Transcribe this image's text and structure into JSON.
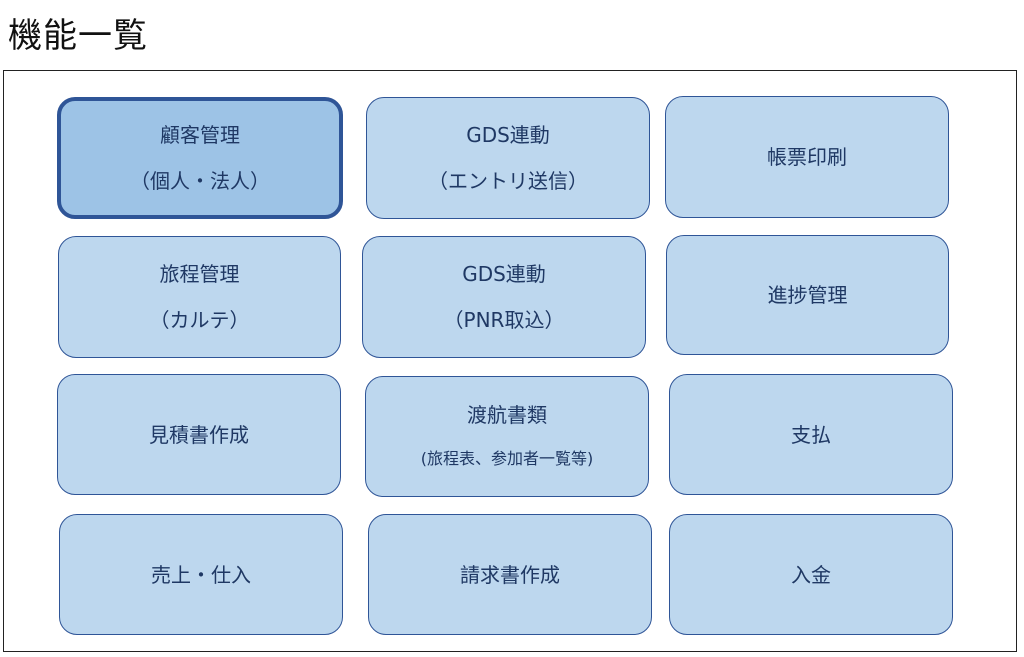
{
  "page": {
    "title": "機能一覧"
  },
  "tiles": [
    {
      "line1": "顧客管理",
      "line2": "（個人・法人）"
    },
    {
      "line1": "GDS連動",
      "line2": "（エントリ送信）"
    },
    {
      "line1": "帳票印刷",
      "line2": ""
    },
    {
      "line1": "旅程管理",
      "line2": "（カルテ）"
    },
    {
      "line1": "GDS連動",
      "line2": "（PNR取込）"
    },
    {
      "line1": "進捗管理",
      "line2": ""
    },
    {
      "line1": "見積書作成",
      "line2": ""
    },
    {
      "line1": "渡航書類",
      "line2": "(旅程表、参加者一覧等)"
    },
    {
      "line1": "支払",
      "line2": ""
    },
    {
      "line1": "売上・仕入",
      "line2": ""
    },
    {
      "line1": "請求書作成",
      "line2": ""
    },
    {
      "line1": "入金",
      "line2": ""
    }
  ],
  "colors": {
    "tile_fill": "#bdd7ee",
    "tile_selected_fill": "#9dc3e6",
    "tile_border": "#2f5597",
    "tile_text": "#1f3864"
  }
}
